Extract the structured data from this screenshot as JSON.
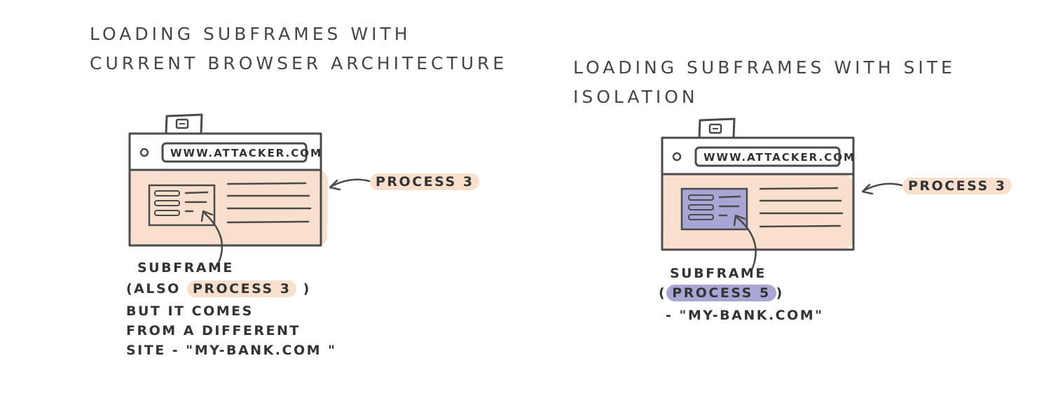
{
  "left": {
    "title_line1": "LOADING SUBFRAMES WITH",
    "title_line2": "CURRENT BROWSER ARCHITECTURE",
    "url": "WWW.ATTACKER.COM",
    "process_label": "PROCESS 3",
    "subframe_label": "SUBFRAME",
    "also_prefix": "(ALSO",
    "also_process": "PROCESS 3",
    "also_suffix": ")",
    "note_line1": "BUT IT COMES",
    "note_line2": "FROM A DIFFERENT",
    "note_line3": "SITE - \"MY-BANK.COM \""
  },
  "right": {
    "title": "LOADING SUBFRAMES WITH SITE ISOLATION",
    "url": "WWW.ATTACKER.COM",
    "process_label": "PROCESS 3",
    "subframe_label": "SUBFRAME",
    "sub_open": "(",
    "sub_process": "PROCESS 5",
    "sub_close": ")",
    "sub_site": "- \"MY-BANK.COM\""
  },
  "colors": {
    "page_fill": "#f9dfcd",
    "subframe_isolated_fill": "#a9a6d6",
    "stroke": "#4a4a4a"
  }
}
